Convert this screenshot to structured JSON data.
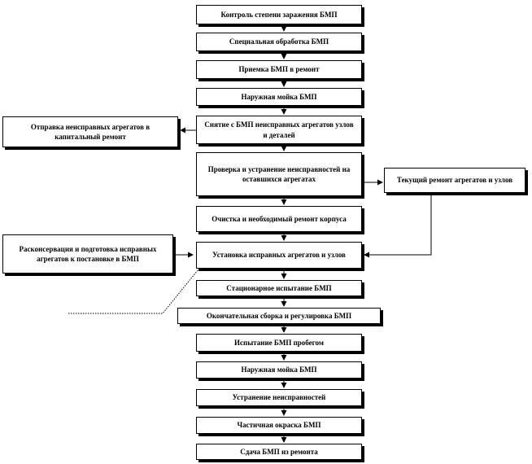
{
  "steps": [
    "Контроль степени заражения БМП",
    "Специальная обработка БМП",
    "Приемка БМП в ремонт",
    "Наружная мойка БМП",
    "Снятие с БМП неисправных агрегатов узлов и деталей",
    "Проверка и устранение неисправностей на оставшихся агрегатах",
    "Очистка и необходимый ремонт корпуса",
    "Установка исправных агрегатов и узлов",
    "Стационарное испытание БМП",
    "Окончательная сборка и регулировка БМП",
    "Испытание БМП пробегом",
    "Наружная мойка БМП",
    "Устранение неисправностей",
    "Частичная окраска БМП",
    "Сдача БМП из ремонта"
  ],
  "side": {
    "capital_repair": "Отправка неисправных агрегатов в капитальный ремонт",
    "current_repair": "Текущий ремонт агрегатов и узлов",
    "reconservation": "Расконсервация и подготовка исправных агрегатов к постановке в БМП"
  }
}
